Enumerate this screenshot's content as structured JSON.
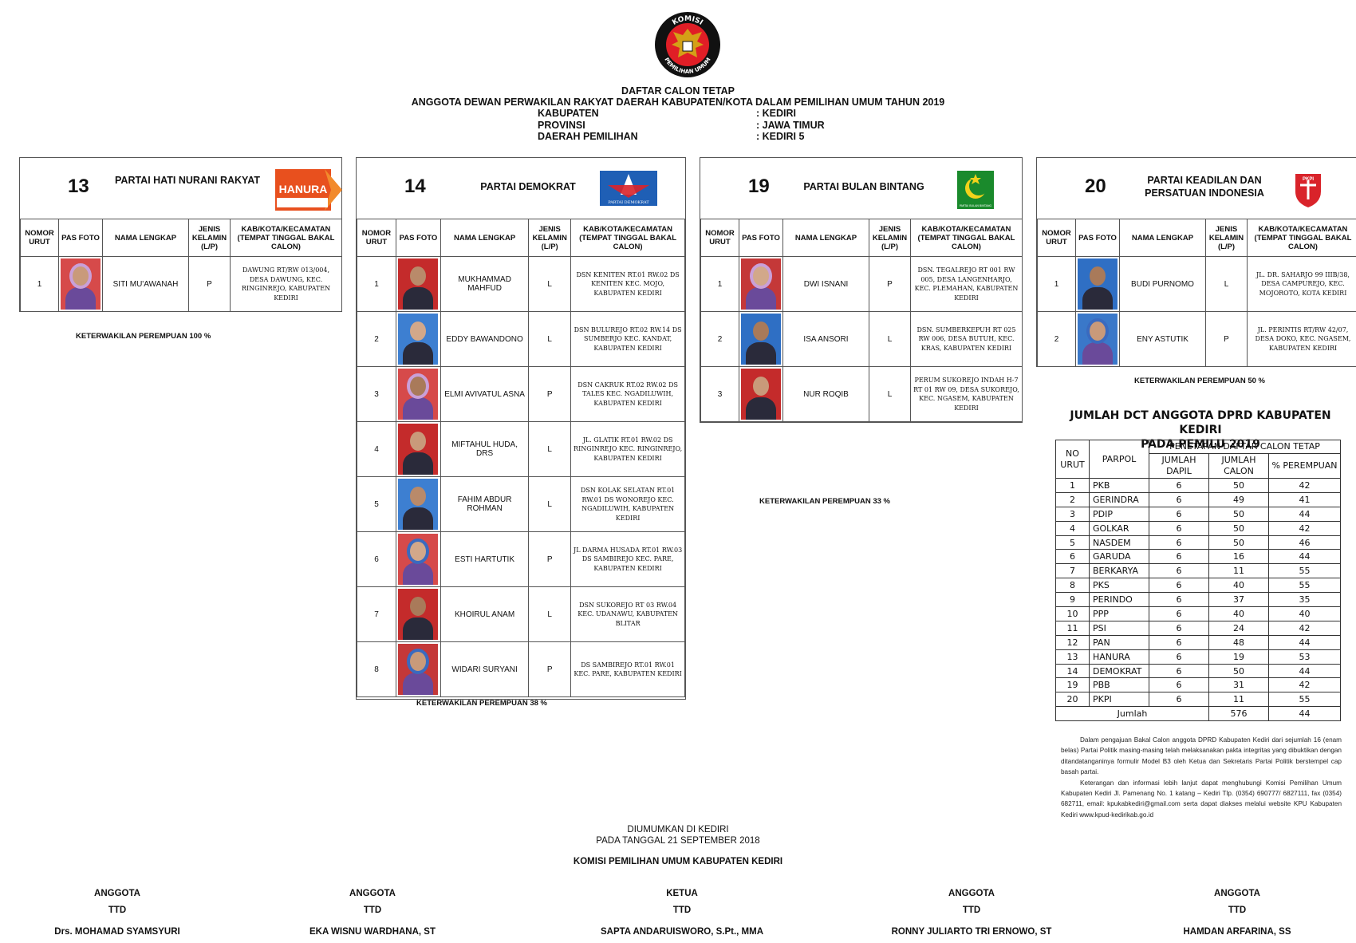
{
  "header": {
    "logo_text_top": "KOMISI",
    "logo_text_bottom": "PEMILIHAN UMUM",
    "title": "DAFTAR CALON TETAP",
    "subtitle": "ANGGOTA DEWAN PERWAKILAN RAKYAT DAERAH KABUPATEN/KOTA DALAM PEMILIHAN UMUM TAHUN 2019",
    "info": [
      {
        "label": "KABUPATEN",
        "value": ": KEDIRI"
      },
      {
        "label": "PROVINSI",
        "value": ": JAWA TIMUR"
      },
      {
        "label": "DAERAH PEMILIHAN",
        "value": ": KEDIRI 5"
      }
    ]
  },
  "columns": {
    "no": "NOMOR URUT",
    "foto": "PAS FOTO",
    "nama": "NAMA LENGKAP",
    "jk": "JENIS KELAMIN (L/P)",
    "alamat": "KAB/KOTA/KECAMATAN (TEMPAT TINGGAL BAKAL CALON)"
  },
  "parties": [
    {
      "number": "13",
      "name": "PARTAI HATI NURANI RAKYAT",
      "logo_text": "HANURA",
      "logo_color": "#e8501e",
      "note": "KETERWAKILAN PEREMPUAN 100 %",
      "candidates": [
        {
          "no": "1",
          "name": "SITI MU'AWANAH",
          "jk": "P",
          "addr": "DAWUNG RT/RW 013/004, DESA DAWUNG, KEC. RINGINREJO, KABUPATEN KEDIRI"
        }
      ]
    },
    {
      "number": "14",
      "name": "PARTAI DEMOKRAT",
      "logo_text": "PARTAI DEMOKRAT",
      "logo_color": "#1f5fb5",
      "note": "KETERWAKILAN PEREMPUAN 38 %",
      "candidates": [
        {
          "no": "1",
          "name": "MUKHAMMAD MAHFUD",
          "jk": "L",
          "addr": "DSN KENITEN RT.01 RW.02 DS KENITEN KEC. MOJO, KABUPATEN KEDIRI"
        },
        {
          "no": "2",
          "name": "EDDY BAWANDONO",
          "jk": "L",
          "addr": "DSN BULUREJO RT.02 RW.14 DS SUMBERJO KEC. KANDAT, KABUPATEN KEDIRI"
        },
        {
          "no": "3",
          "name": "ELMI AVIVATUL ASNA",
          "jk": "P",
          "addr": "DSN CAKRUK RT.02 RW.02 DS TALES KEC. NGADILUWIH, KABUPATEN KEDIRI"
        },
        {
          "no": "4",
          "name": "MIFTAHUL HUDA, DRS",
          "jk": "L",
          "addr": "JL. GLATIK RT.01 RW.02 DS RINGINREJO KEC. RINGINREJO, KABUPATEN KEDIRI"
        },
        {
          "no": "5",
          "name": "FAHIM ABDUR ROHMAN",
          "jk": "L",
          "addr": "DSN KOLAK SELATAN RT.01 RW.01 DS WONOREJO KEC. NGADILUWIH, KABUPATEN KEDIRI"
        },
        {
          "no": "6",
          "name": "ESTI HARTUTIK",
          "jk": "P",
          "addr": "JL DARMA HUSADA RT.01 RW.03 DS SAMBIREJO KEC. PARE, KABUPATEN KEDIRI"
        },
        {
          "no": "7",
          "name": "KHOIRUL ANAM",
          "jk": "L",
          "addr": "DSN SUKOREJO RT 03 RW.04 KEC. UDANAWU, KABUPATEN BLITAR"
        },
        {
          "no": "8",
          "name": "WIDARI SURYANI",
          "jk": "P",
          "addr": "DS SAMBIREJO RT.01 RW.01 KEC. PARE, KABUPATEN KEDIRI"
        }
      ]
    },
    {
      "number": "19",
      "name": "PARTAI BULAN BINTANG",
      "logo_text": "PARTAI BULAN BINTANG",
      "logo_color": "#1a8a2c",
      "note": "KETERWAKILAN PEREMPUAN 33 %",
      "candidates": [
        {
          "no": "1",
          "name": "DWI ISNANI",
          "jk": "P",
          "addr": "DSN. TEGALREJO RT 001 RW 005, DESA LANGENHARJO, KEC. PLEMAHAN, KABUPATEN KEDIRI"
        },
        {
          "no": "2",
          "name": "ISA ANSORI",
          "jk": "L",
          "addr": "DSN. SUMBERKEPUH RT 025 RW 006, DESA BUTUH, KEC. KRAS, KABUPATEN KEDIRI"
        },
        {
          "no": "3",
          "name": "NUR ROQIB",
          "jk": "L",
          "addr": "PERUM SUKOREJO INDAH H-7 RT 01 RW 09, DESA SUKOREJO, KEC. NGASEM, KABUPATEN KEDIRI"
        }
      ]
    },
    {
      "number": "20",
      "name": "PARTAI KEADILAN DAN PERSATUAN INDONESIA",
      "logo_text": "PKPI",
      "logo_color": "#d9232a",
      "note": "KETERWAKILAN PEREMPUAN 50 %",
      "candidates": [
        {
          "no": "1",
          "name": "BUDI PURNOMO",
          "jk": "L",
          "addr": "JL. DR. SAHARJO 99 IIIB/38, DESA CAMPUREJO, KEC. MOJOROTO, KOTA KEDIRI"
        },
        {
          "no": "2",
          "name": "ENY ASTUTIK",
          "jk": "P",
          "addr": "JL. PERINTIS RT/RW 42/07, DESA DOKO, KEC. NGASEM, KABUPATEN KEDIRI"
        }
      ]
    }
  ],
  "summary": {
    "title_line1": "JUMLAH DCT ANGGOTA DPRD KABUPATEN KEDIRI",
    "title_line2": "PADA PEMILU 2019",
    "h_no": "NO URUT",
    "h_parpol": "PARPOL",
    "h_group": "PENETAPAN DAFTAR CALON TETAP",
    "h_dapil": "JUMLAH DAPIL",
    "h_calon": "JUMLAH CALON",
    "h_pct": "% PEREMPUAN",
    "rows": [
      [
        "1",
        "PKB",
        "6",
        "50",
        "42"
      ],
      [
        "2",
        "GERINDRA",
        "6",
        "49",
        "41"
      ],
      [
        "3",
        "PDIP",
        "6",
        "50",
        "44"
      ],
      [
        "4",
        "GOLKAR",
        "6",
        "50",
        "42"
      ],
      [
        "5",
        "NASDEM",
        "6",
        "50",
        "46"
      ],
      [
        "6",
        "GARUDA",
        "6",
        "16",
        "44"
      ],
      [
        "7",
        "BERKARYA",
        "6",
        "11",
        "55"
      ],
      [
        "8",
        "PKS",
        "6",
        "40",
        "55"
      ],
      [
        "9",
        "PERINDO",
        "6",
        "37",
        "35"
      ],
      [
        "10",
        "PPP",
        "6",
        "40",
        "40"
      ],
      [
        "11",
        "PSI",
        "6",
        "24",
        "42"
      ],
      [
        "12",
        "PAN",
        "6",
        "48",
        "44"
      ],
      [
        "13",
        "HANURA",
        "6",
        "19",
        "53"
      ],
      [
        "14",
        "DEMOKRAT",
        "6",
        "50",
        "44"
      ],
      [
        "19",
        "PBB",
        "6",
        "31",
        "42"
      ],
      [
        "20",
        "PKPI",
        "6",
        "11",
        "55"
      ]
    ],
    "total_label": "Jumlah",
    "total_calon": "576",
    "total_pct": "44"
  },
  "paragraph1": "Dalam pengajuan Bakal Calon anggota DPRD Kabupaten Kediri dari sejumlah 16 (enam belas) Partai Politik masing-masing telah melaksanakan pakta integritas yang dibuktikan dengan ditandatanganinya formulir Model B3 oleh Ketua dan Sekretaris Partai Politik berstempel cap basah partai.",
  "paragraph2": "Keterangan dan informasi lebih lanjut dapat menghubungi Komisi Pemilihan Umum Kabupaten Kediri Jl. Pamenang No. 1 katang – Kediri Tlp. (0354) 690777/ 6827111, fax (0354) 682711, email: kpukabkediri@gmail.com serta dapat diakses melalui website KPU Kabupaten Kediri www.kpud-kedirikab.go.id",
  "announce": {
    "line1": "DIUMUMKAN DI KEDIRI",
    "line2": "PADA TANGGAL 21 SEPTEMBER 2018",
    "org": "KOMISI PEMILIHAN UMUM KABUPATEN KEDIRI"
  },
  "signatories": [
    {
      "role": "ANGGOTA",
      "ttd": "TTD",
      "name": "Drs. MOHAMAD SYAMSYURI"
    },
    {
      "role": "ANGGOTA",
      "ttd": "TTD",
      "name": "EKA WISNU WARDHANA, ST"
    },
    {
      "role": "KETUA",
      "ttd": "TTD",
      "name": "SAPTA ANDARUISWORO, S.Pt., MMA"
    },
    {
      "role": "ANGGOTA",
      "ttd": "TTD",
      "name": "RONNY JULIARTO TRI ERNOWO, ST"
    },
    {
      "role": "ANGGOTA",
      "ttd": "TTD",
      "name": "HAMDAN ARFARINA, SS"
    }
  ]
}
